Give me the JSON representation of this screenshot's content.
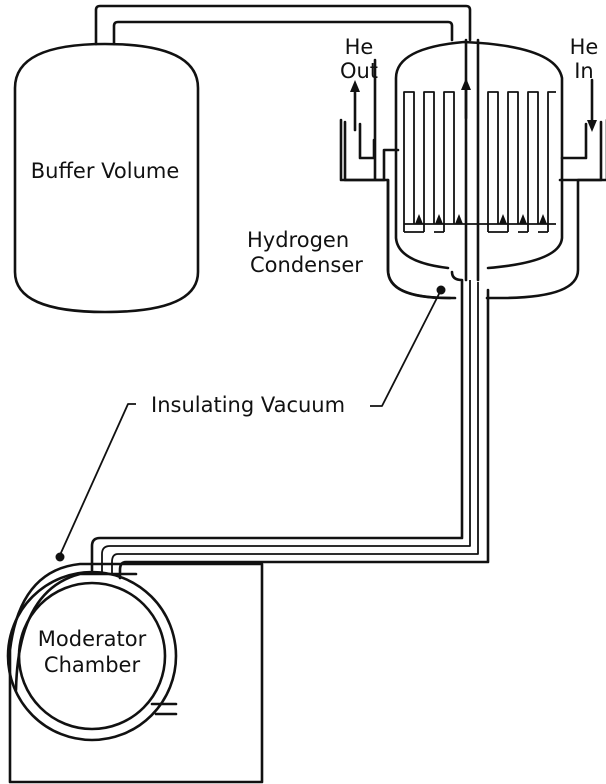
{
  "labels": {
    "buffer_volume": "Buffer Volume",
    "he_out_line1": "He",
    "he_out_line2": "Out",
    "he_in_line1": "He",
    "he_in_line2": "In",
    "hydrogen_line1": "Hydrogen",
    "condenser_line2": "Condenser",
    "insulating_vacuum": "Insulating Vacuum",
    "moderator_line1": "Moderator",
    "chamber_line2": "Chamber"
  },
  "colors": {
    "ink": "#111111",
    "background": "#ffffff"
  }
}
